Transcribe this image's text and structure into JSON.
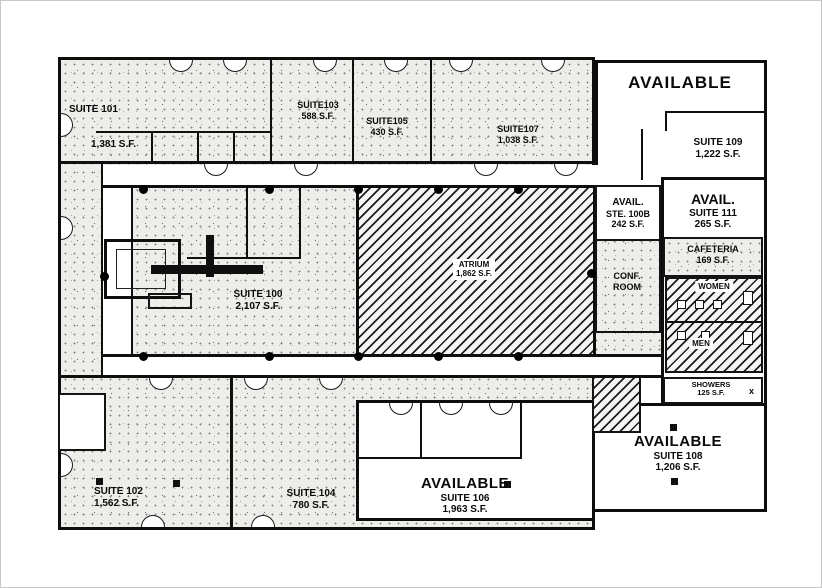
{
  "document": {
    "kind": "office building floor plan (scanned leasing plan)"
  },
  "colors": {
    "paper": "#ffffff",
    "wall_ink": "#0d0d0d",
    "stipple_fill": "#ededea",
    "available_fill": "#ffffff"
  },
  "rooms": {
    "suite101": {
      "name": "SUITE 101",
      "area": "1,381 S.F."
    },
    "suite103": {
      "name": "SUITE103",
      "area": "588 S.F."
    },
    "suite105": {
      "name": "SUITE105",
      "area": "430 S.F."
    },
    "suite107": {
      "name": "SUITE107",
      "area": "1,038 S.F."
    },
    "availableTopRight": {
      "status": "AVAILABLE"
    },
    "suite109": {
      "name": "SUITE 109",
      "area": "1,222 S.F."
    },
    "suite111": {
      "status": "AVAIL.",
      "name": "SUITE 111",
      "area": "265 S.F."
    },
    "cafeteria": {
      "name": "CAFETERIA",
      "area": "169 S.F."
    },
    "ste100b": {
      "status": "AVAIL.",
      "name": "STE. 100B",
      "area": "242 S.F."
    },
    "confRoom": {
      "name_top": "CONF.",
      "name_bottom": "ROOM"
    },
    "atrium": {
      "name": "ATRIUM",
      "area": "1,862 S.F."
    },
    "suite100": {
      "name": "SUITE 100",
      "area": "2,107 S.F."
    },
    "women": {
      "name": "WOMEN"
    },
    "men": {
      "name": "MEN"
    },
    "showers": {
      "name": "SHOWERS",
      "area": "125 S.F."
    },
    "suite108": {
      "status": "AVAILABLE",
      "name": "SUITE 108",
      "area": "1,206 S.F."
    },
    "suite106": {
      "status": "AVAILABLE",
      "name": "SUITE 106",
      "area": "1,963 S.F."
    },
    "suite102": {
      "name": "SUITE 102",
      "area": "1,562 S.F."
    },
    "suite104": {
      "name": "SUITE 104",
      "area": "780 S.F."
    }
  },
  "marks": {
    "x_mark": "x"
  }
}
